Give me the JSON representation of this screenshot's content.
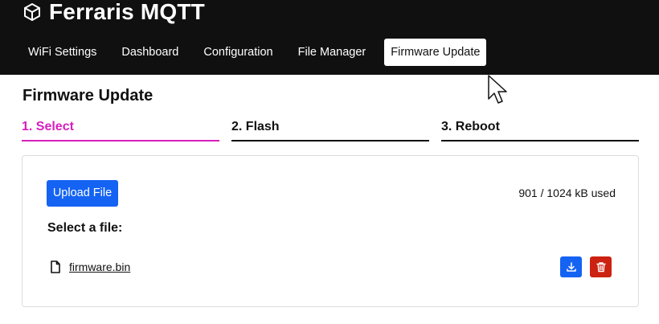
{
  "header": {
    "title": "Ferraris MQTT",
    "logo_icon": "cube-icon",
    "background": "#101010"
  },
  "nav": {
    "items": [
      {
        "label": "WiFi Settings",
        "active": false
      },
      {
        "label": "Dashboard",
        "active": false
      },
      {
        "label": "Configuration",
        "active": false
      },
      {
        "label": "File Manager",
        "active": false
      },
      {
        "label": "Firmware Update",
        "active": true
      }
    ]
  },
  "page": {
    "title": "Firmware Update"
  },
  "steps": [
    {
      "label": "1. Select",
      "active": true
    },
    {
      "label": "2. Flash",
      "active": false
    },
    {
      "label": "3. Reboot",
      "active": false
    }
  ],
  "colors": {
    "accent": "#d81fbd",
    "primary": "#1463f3",
    "danger": "#cc2211"
  },
  "upload": {
    "button_label": "Upload File",
    "usage_text": "901 / 1024 kB used"
  },
  "files": {
    "heading": "Select a file:",
    "items": [
      {
        "name": "firmware.bin",
        "icon": "file-icon"
      }
    ],
    "download_icon": "download-icon",
    "delete_icon": "trash-icon"
  }
}
